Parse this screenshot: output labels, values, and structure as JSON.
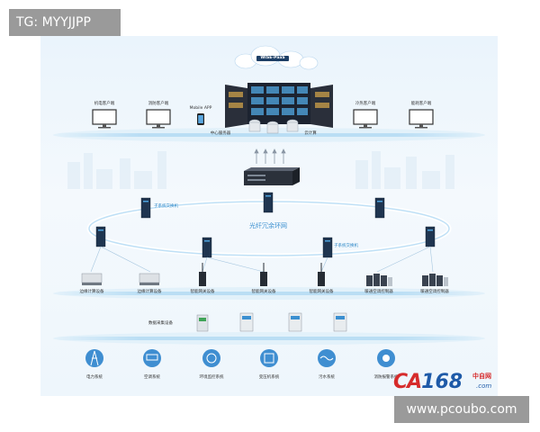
{
  "badges": {
    "tag": "TG: MYYJJPP",
    "watermark": "www.pcoubo.com"
  },
  "top_tier": {
    "clients": [
      {
        "label": "机电客户端"
      },
      {
        "label": "消防客户端"
      },
      {
        "label": "冷热客户端"
      },
      {
        "label": "能耗客户端"
      }
    ],
    "mobile_app": "Mobile APP",
    "cloud_brand": "WISE-PaaS",
    "center_server": "中心服务器",
    "cloud_compute": "云计算"
  },
  "network": {
    "ring_label": "光纤冗余环网",
    "subsystem_switch_left": "子系统交换机",
    "subsystem_switch_right": "子系统交换机"
  },
  "field_devices": [
    {
      "label": "边缘计算设备",
      "icon": "edge-computer-icon"
    },
    {
      "label": "边缘计算设备",
      "icon": "edge-computer-icon"
    },
    {
      "label": "智能网关设备",
      "icon": "gateway-icon"
    },
    {
      "label": "智能网关设备",
      "icon": "gateway-icon"
    },
    {
      "label": "智能网关设备",
      "icon": "gateway-icon"
    },
    {
      "label": "暖通空调控制器",
      "icon": "hvac-controller-icon"
    },
    {
      "label": "暖通空调控制器",
      "icon": "hvac-controller-icon"
    }
  ],
  "acquisition": {
    "label": "数据采集设备"
  },
  "subsystems": [
    {
      "label": "电力系统",
      "icon": "power-tower-icon"
    },
    {
      "label": "空调系统",
      "icon": "air-conditioner-icon"
    },
    {
      "label": "环境监控系统",
      "icon": "environment-icon"
    },
    {
      "label": "变压机系统",
      "icon": "transformer-icon"
    },
    {
      "label": "污水系统",
      "icon": "sewage-icon"
    },
    {
      "label": "消防报警系统",
      "icon": "fire-alarm-icon"
    }
  ],
  "logo": {
    "ca": "CA",
    "num": "168",
    "cn": "中自网",
    "com": ".com"
  },
  "colors": {
    "accent": "#2e88c8",
    "badge_bg": "#9a9a9a",
    "logo_red": "#d62b2b",
    "logo_blue": "#1e5aa8"
  }
}
